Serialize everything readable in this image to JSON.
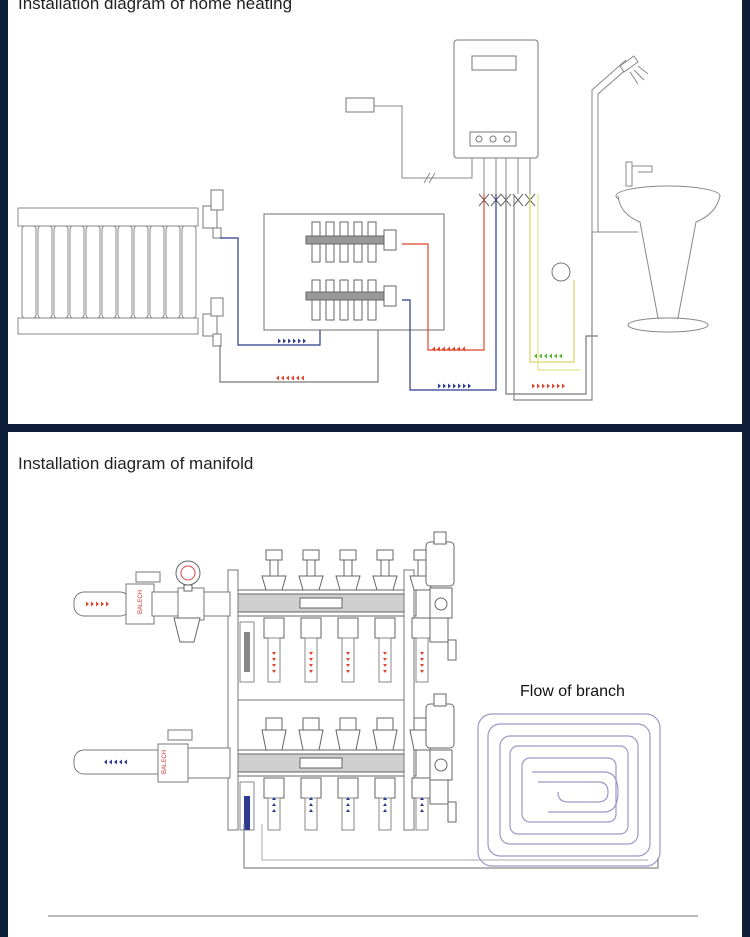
{
  "top": {
    "title": "Installation diagram of home heating"
  },
  "bottom": {
    "title": "Installation diagram of manifold",
    "flow_label": "Flow of branch",
    "brand": "BALECH"
  },
  "colors": {
    "supply": "#e0452b",
    "return": "#2c3a8f",
    "green": "#5bb535",
    "yellow_pipe": "#d9d56a",
    "line": "#777777",
    "background": "#0f1f3a"
  },
  "icons": [
    "radiator-icon",
    "manifold-icon",
    "boiler-icon",
    "shower-icon",
    "washbasin-icon",
    "pressure-gauge-icon",
    "filter-icon",
    "air-vent-icon",
    "floor-heating-coil-icon"
  ]
}
